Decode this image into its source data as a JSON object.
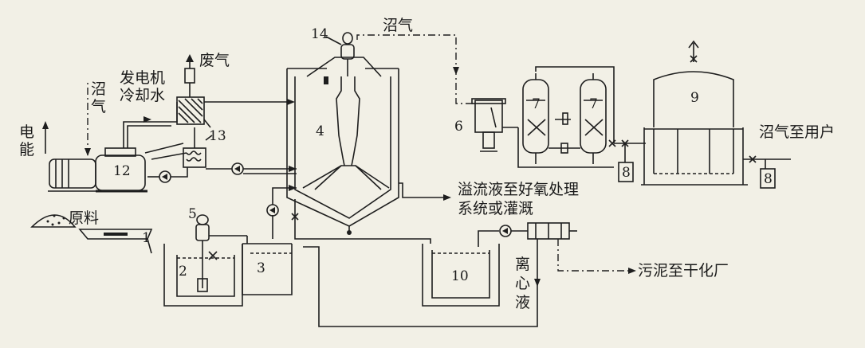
{
  "labels": {
    "power": "电能",
    "biogas_left": "沼气",
    "exhaust": "废气",
    "generator_cooling": "发电机冷却水",
    "raw_material": "原料",
    "biogas_top": "沼气",
    "biogas_to_user": "沼气至用户",
    "overflow_line1": "溢流液至好氧处理",
    "overflow_line2": "系统或灌溉",
    "sludge_to_dry": "污泥至干化厂",
    "centrifugal_liquid": "离心液"
  },
  "numbers": {
    "n1": "1",
    "n2": "2",
    "n3": "3",
    "n4": "4",
    "n5": "5",
    "n6": "6",
    "n7a": "7",
    "n7b": "7",
    "n8a": "8",
    "n8b": "8",
    "n9": "9",
    "n10": "10",
    "n12": "12",
    "n13": "13",
    "n14": "14"
  }
}
